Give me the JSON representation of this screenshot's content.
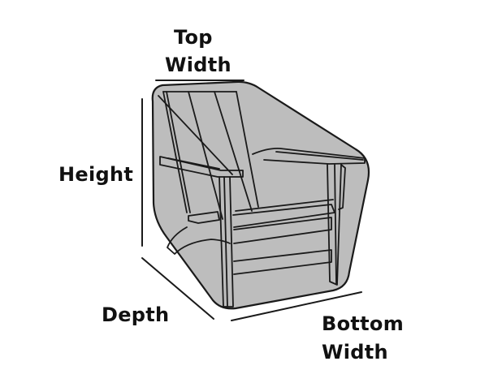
{
  "diagram": {
    "subject": "Adirondack chair cover",
    "labels": {
      "top_width_line1": "Top",
      "top_width_line2": "Width",
      "height": "Height",
      "depth": "Depth",
      "bottom_width_line1": "Bottom",
      "bottom_width_line2": "Width"
    },
    "colors": {
      "cover_fill": "#bdbdbd",
      "outline": "#1a1a1a",
      "background": "#ffffff",
      "text": "#111111"
    }
  }
}
